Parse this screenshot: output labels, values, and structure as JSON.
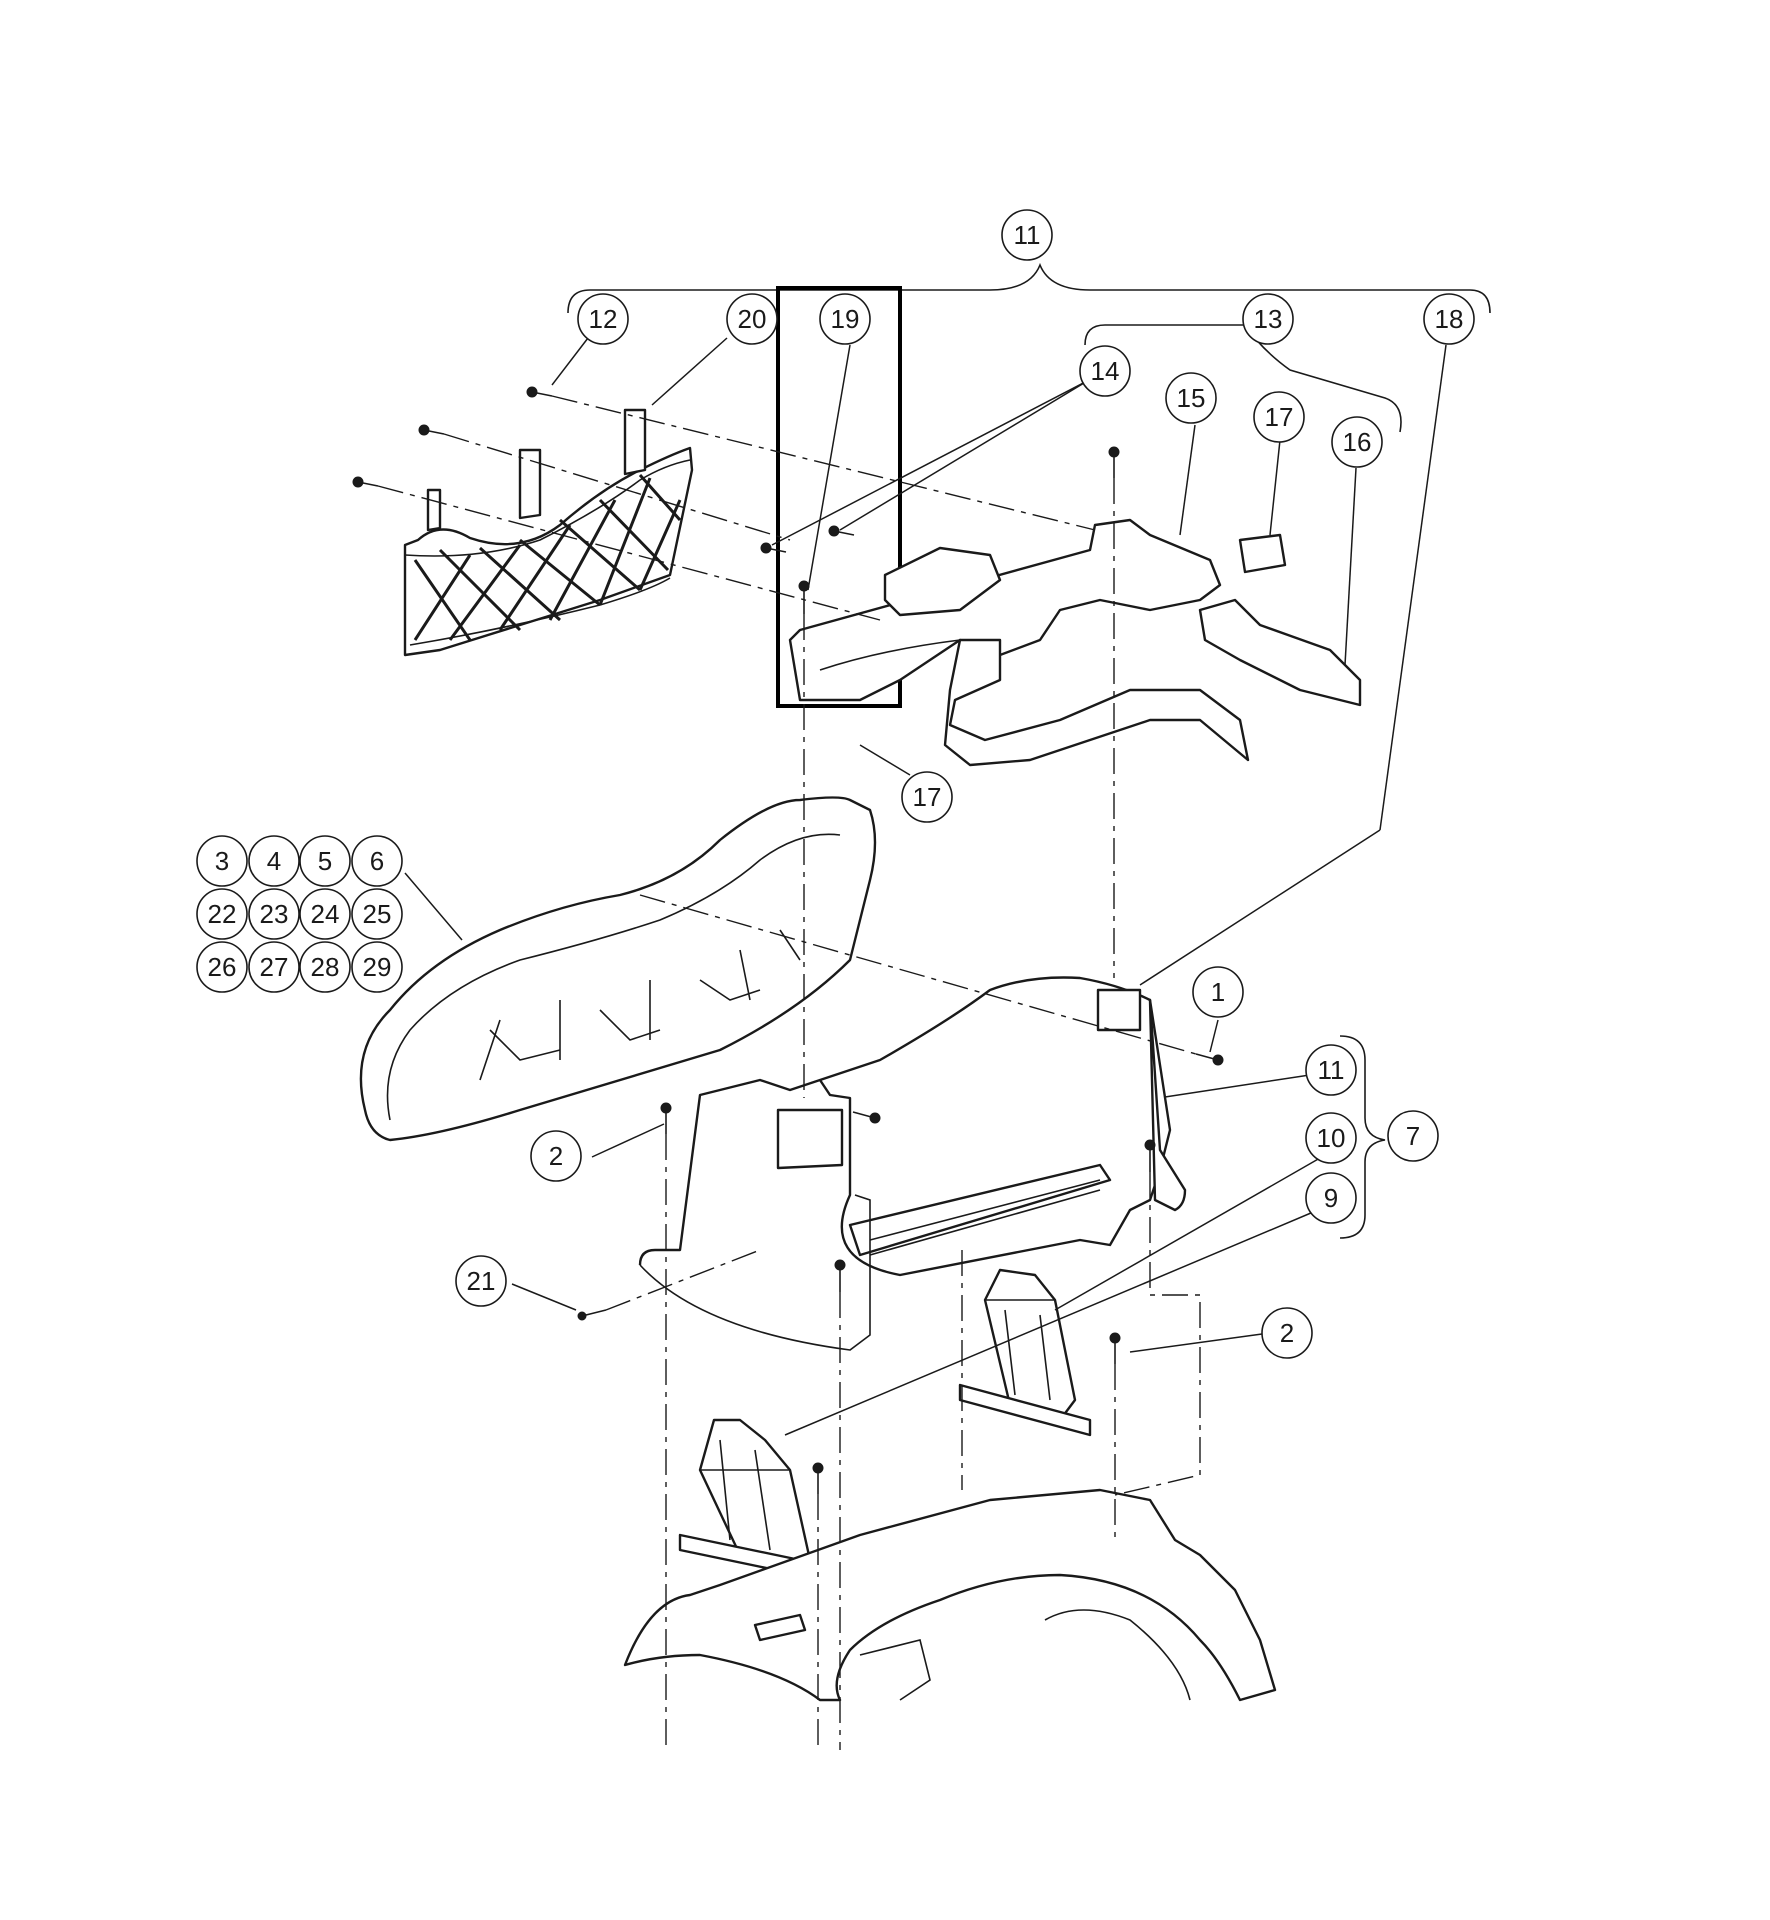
{
  "callouts": [
    {
      "label": "11"
    },
    {
      "label": "12"
    },
    {
      "label": "20"
    },
    {
      "label": "19"
    },
    {
      "label": "13"
    },
    {
      "label": "18"
    },
    {
      "label": "14"
    },
    {
      "label": "15"
    },
    {
      "label": "17"
    },
    {
      "label": "16"
    },
    {
      "label": "17"
    },
    {
      "label": "3"
    },
    {
      "label": "4"
    },
    {
      "label": "5"
    },
    {
      "label": "6"
    },
    {
      "label": "22"
    },
    {
      "label": "23"
    },
    {
      "label": "24"
    },
    {
      "label": "25"
    },
    {
      "label": "26"
    },
    {
      "label": "27"
    },
    {
      "label": "28"
    },
    {
      "label": "29"
    },
    {
      "label": "1"
    },
    {
      "label": "11"
    },
    {
      "label": "10"
    },
    {
      "label": "7"
    },
    {
      "label": "9"
    },
    {
      "label": "2"
    },
    {
      "label": "21"
    },
    {
      "label": "2"
    }
  ]
}
